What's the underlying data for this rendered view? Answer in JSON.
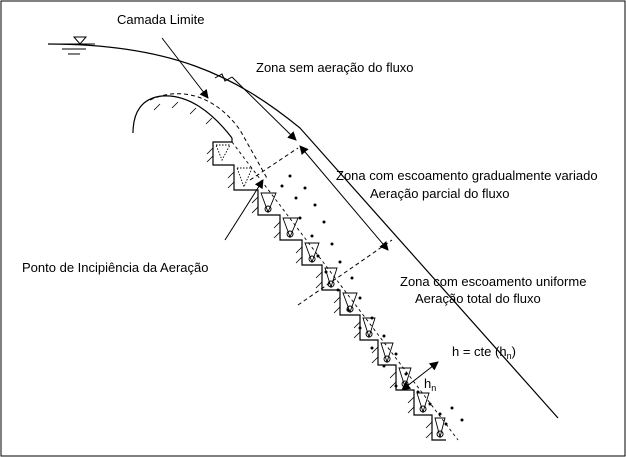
{
  "labels": {
    "camada_limite": "Camada Limite",
    "zona_sem_aeracao": "Zona sem aeração do fluxo",
    "zona_gradual_l1": "Zona com escoamento gradualmente variado",
    "zona_gradual_l2": "Aeração parcial do fluxo",
    "ponto_incipiencia": "Ponto de Incipiência da Aeração",
    "zona_uniforme_l1": "Zona com escoamento uniforme",
    "zona_uniforme_l2": "Aeração total do fluxo",
    "h_eq": "h = cte (h",
    "h_eq_sub": "n",
    "h_eq_close": ")",
    "hn": "h",
    "hn_sub": "n"
  }
}
